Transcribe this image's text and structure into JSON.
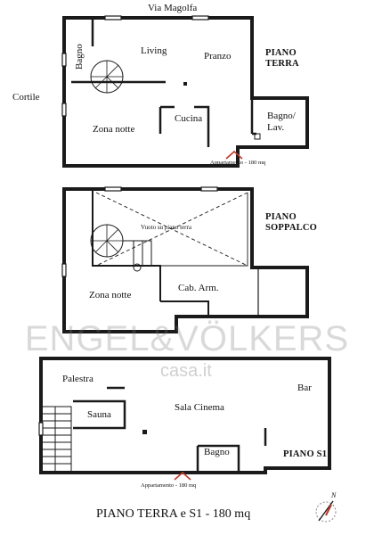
{
  "street": "Via Magolfa",
  "courtyard": "Cortile",
  "levels": {
    "ground": "PIANO\nTERRA",
    "mezzanine": "PIANO\nSOPPALCO",
    "basement": "PIANO S1"
  },
  "rooms": {
    "ground_bagno": "Bagno",
    "ground_living": "Living",
    "ground_pranzo": "Pranzo",
    "ground_zona_notte": "Zona notte",
    "ground_cucina": "Cucina",
    "ground_bagno_lav": "Bagno/\nLav.",
    "mezz_void": "Vuoto su piano terra",
    "mezz_zona_notte": "Zona notte",
    "mezz_cab_arm": "Cab. Arm.",
    "s1_palestra": "Palestra",
    "s1_sauna": "Sauna",
    "s1_sala_cinema": "Sala Cinema",
    "s1_bar": "Bar",
    "s1_bagno": "Bagno"
  },
  "entrance_notes": {
    "ground": "Appartamento - 180 mq",
    "basement": "Appartamento - 180 mq"
  },
  "watermark": {
    "brand": "ENGEL&VÖLKERS",
    "portal": "casa.it"
  },
  "caption": "PIANO TERRA e S1 - 180 mq",
  "compass": {
    "label": "N"
  },
  "colors": {
    "walls": "#1a1a1a",
    "entrance_arrow": "#c0392b",
    "watermark": "#9a9a9a"
  }
}
